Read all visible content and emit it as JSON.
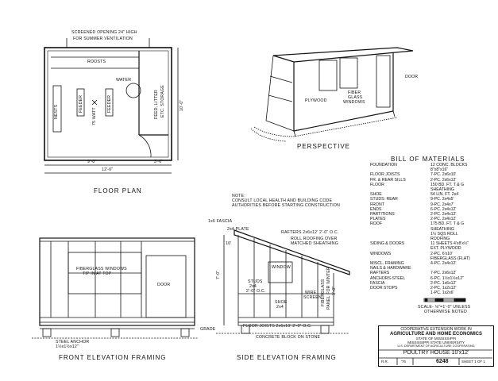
{
  "floor_plan": {
    "title": "FLOOR PLAN",
    "notes": [
      "SCREENED OPENING 24\" HIGH",
      "FOR SUMMER VENTILATION"
    ],
    "labels": {
      "roosts": "ROOSTS",
      "water": "WATER",
      "nests": "NESTS",
      "feeder1": "FEEDER",
      "feeder2": "FEEDER",
      "watt": "75 WATT",
      "feed": "FEED, LITTER",
      "storage": "ETC. STORAGE"
    },
    "dims": {
      "d1": "9'-0\"",
      "d2": "12'-0\"",
      "d3": "3'-0\"",
      "d4": "10'-0\""
    }
  },
  "perspective": {
    "title": "PERSPECTIVE",
    "labels": {
      "door": "DOOR",
      "fiber": "FIBER",
      "glass": "GLASS",
      "windows": "WINDOWS",
      "plywood": "PLYWOOD"
    }
  },
  "note": {
    "line1": "NOTE:",
    "line2": "CONSULT LOCAL HEALTH AND BUILDING CODE",
    "line3": "AUTHORITIES BEFORE STARTING CONSTRUCTION"
  },
  "front": {
    "title": "FRONT ELEVATION FRAMING",
    "labels": {
      "fg1": "FIBERGLASS WINDOWS",
      "fg2": "TIP IN AT TOP",
      "door": "DOOR",
      "anchor1": "STEEL ANCHOR",
      "anchor2": "1½x1½x12\""
    }
  },
  "side": {
    "title": "SIDE ELEVATION FRAMING",
    "labels": {
      "fascia": "1x6 FASCIA",
      "plate": "2x4 PLATE",
      "rafters": "RAFTERS 2x6x12' 2'-0\" O.C.",
      "roll1": "ROLL ROOFING OVER",
      "roll2": "MATCHED SHEATHING",
      "window": "WINDOW",
      "studs1": "STUDS",
      "studs2": "2x4",
      "studs3": "2'-0\" O.C.",
      "shoe1": "SHOE",
      "shoe2": "2x4",
      "wire1": "WIRE",
      "wire2": "SCREEN",
      "fglass1": "FIBERGLASS",
      "fglass2": "PANEL FOR WINTER",
      "fglass3": "3'-0\"",
      "joists": "FLOOR JOISTS 2x6x10' 2'-0\" O.C.",
      "block": "CONCRETE BLOCK ON STONE",
      "grade": "GRADE",
      "h1": "10'",
      "h2": "7'-0\""
    }
  },
  "bom": {
    "title": "BILL OF MATERIALS",
    "rows": [
      [
        "FOUNDATION",
        "12 CONC. BLOCKS"
      ],
      [
        "",
        "8\"x8\"x16\""
      ],
      [
        "FLOOR JOISTS",
        "7-PC. 2x6x10'"
      ],
      [
        "FR. & REAR SILLS",
        "2-PC. 2x6x12'"
      ],
      [
        "FLOOR",
        "150 BD. FT. T & G"
      ],
      [
        "",
        "SHEATHING"
      ],
      [
        "SHOE",
        "54 LIN. FT. 2x4"
      ],
      [
        "STUDS: REAR",
        "9-PC. 2x4x5'"
      ],
      [
        "FRONT",
        "9-PC. 2x4x7'"
      ],
      [
        "ENDS",
        "6-PC. 2x4x12'"
      ],
      [
        "PARTITIONS",
        "2-PC. 2x4x12'"
      ],
      [
        "PLATES",
        "2-PC. 2x4x12'"
      ],
      [
        "ROOF",
        "175 BD. FT. T & G"
      ],
      [
        "",
        "SHEATHING"
      ],
      [
        "",
        "1½ SQS ROLL"
      ],
      [
        "",
        "ROOFING"
      ],
      [
        "SIDING & DOORS",
        "11 SHEETS 4'x8'x½\""
      ],
      [
        "",
        "EXT. PLYWOOD"
      ],
      [
        "WINDOWS",
        "2-PC. 6'x10'"
      ],
      [
        "",
        "FIBERGLASS (FLAT)"
      ],
      [
        "MISCL. FRAMING",
        "4-PC. 2x4x12'"
      ],
      [
        "NAILS & HARDWARE",
        ""
      ],
      [
        "RAFTERS",
        "7-PC. 2x6x12'"
      ],
      [
        "ANCHORS-STEEL",
        "6-PC. 1½x1½x12\""
      ],
      [
        "FASCIA",
        "2-PC. 1x6x12'"
      ],
      [
        "DOOR STOPS",
        "2-PC. 1x2x12'"
      ],
      [
        "",
        "1-PC. 1x2x6'"
      ]
    ],
    "scale1": "SCALE- ⅛\"=1'-0\" UNLESS",
    "scale2": "OTHERWISE NOTED"
  },
  "title_block": {
    "l1": "COOPERATIVE EXTENSION WORK IN",
    "l2": "AGRICULTURE AND HOME ECONOMICS",
    "l3": "STATE OF MISSISSIPPI",
    "l4": "MISSISSIPPI STATE UNIVERSITY",
    "l5": "U.S. DEPARTMENT OF AGRICULTURE COOPERATING",
    "name": "POULTRY HOUSE 10'x12'",
    "rev": "R.R.",
    "yr": "'76",
    "num": "6248",
    "sheet": "SHEET 1 OF 1"
  }
}
